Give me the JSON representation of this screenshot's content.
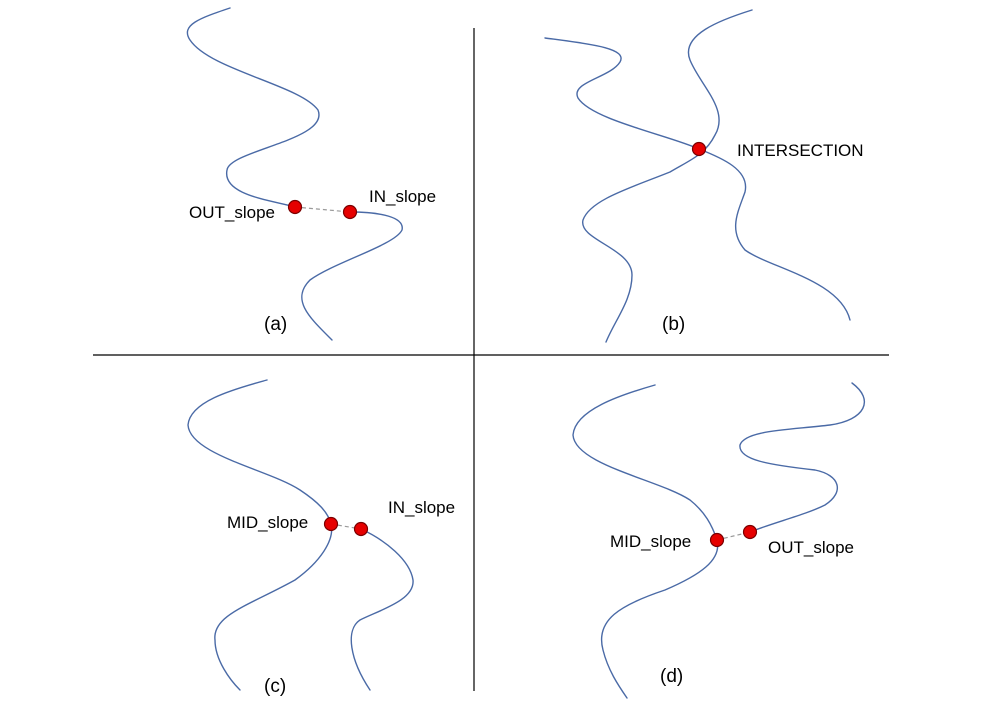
{
  "colors": {
    "curve": "#4a6aa6",
    "point_fill": "#e60000",
    "point_stroke": "#7a0000",
    "divider": "#000000",
    "connector": "#9a9a9a",
    "text": "#000000"
  },
  "panels": {
    "a": {
      "caption": "(a)",
      "left_label": "OUT_slope",
      "right_label": "IN_slope"
    },
    "b": {
      "caption": "(b)",
      "point_label": "INTERSECTION"
    },
    "c": {
      "caption": "(c)",
      "left_label": "MID_slope",
      "right_label": "IN_slope"
    },
    "d": {
      "caption": "(d)",
      "left_label": "MID_slope",
      "right_label": "OUT_slope"
    }
  }
}
